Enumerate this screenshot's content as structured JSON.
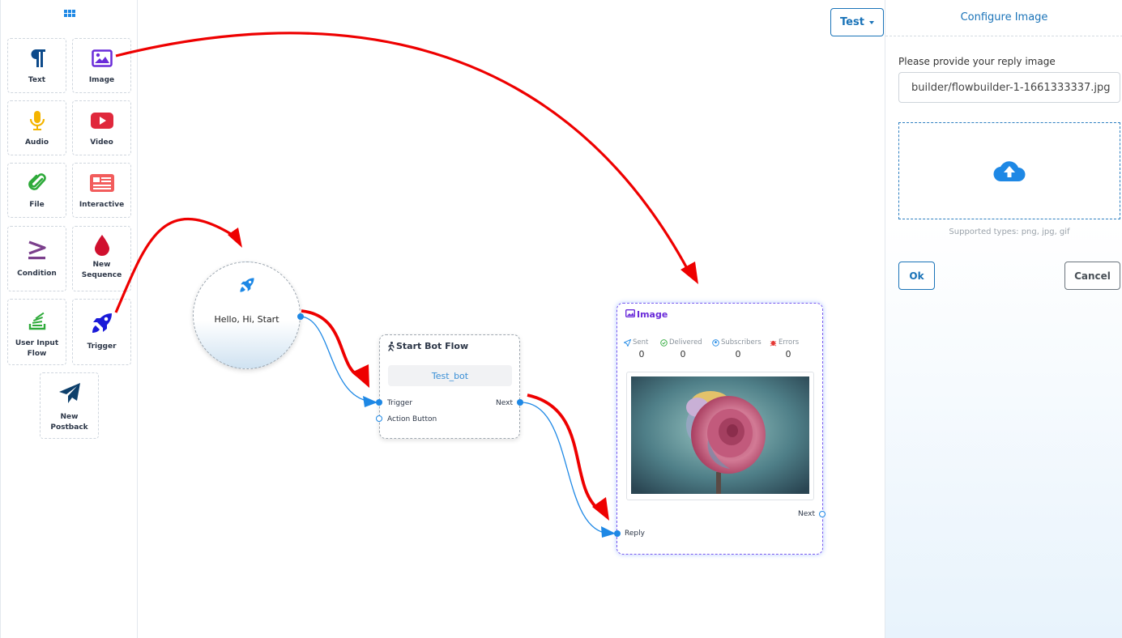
{
  "sidebar": {
    "items": [
      {
        "label": "Text",
        "icon": "paragraph-icon"
      },
      {
        "label": "Image",
        "icon": "image-icon"
      },
      {
        "label": "Audio",
        "icon": "microphone-icon"
      },
      {
        "label": "Video",
        "icon": "youtube-icon"
      },
      {
        "label": "File",
        "icon": "paperclip-icon"
      },
      {
        "label": "Interactive",
        "icon": "newspaper-icon"
      },
      {
        "label": "Condition",
        "icon": "greater-equal-icon"
      },
      {
        "label": "New\nSequence",
        "label_line1": "New",
        "label_line2": "Sequence",
        "icon": "drop-icon"
      },
      {
        "label": "User Input Flow",
        "label_line1": "User Input",
        "label_line2": "Flow",
        "icon": "stack-icon"
      },
      {
        "label": "Trigger",
        "icon": "rocket-icon"
      },
      {
        "label": "New Postback",
        "label_line1": "New",
        "label_line2": "Postback",
        "icon": "paper-plane-icon"
      }
    ]
  },
  "toolbar": {
    "test_label": "Test"
  },
  "canvas": {
    "start_node": {
      "text": "Hello, Hi, Start"
    },
    "start_bot_flow": {
      "title": "Start Bot Flow",
      "bot_name": "Test_bot",
      "ports": {
        "trigger": "Trigger",
        "action_button": "Action Button",
        "next": "Next"
      }
    },
    "image_node": {
      "title": "Image",
      "stats": [
        {
          "label": "Sent",
          "value": "0"
        },
        {
          "label": "Delivered",
          "value": "0"
        },
        {
          "label": "Subscribers",
          "value": "0"
        },
        {
          "label": "Errors",
          "value": "0"
        }
      ],
      "ports": {
        "next": "Next",
        "reply": "Reply"
      }
    }
  },
  "panel": {
    "title": "Configure Image",
    "field_label": "Please provide your reply image",
    "field_value": "builder/flowbuilder-1-1661333337.jpg",
    "supported": "Supported types: png, jpg, gif",
    "ok_label": "Ok",
    "cancel_label": "Cancel"
  },
  "colors": {
    "accent": "#1a73b8",
    "connector": "#1e88e5",
    "arrow": "#ee0000"
  }
}
